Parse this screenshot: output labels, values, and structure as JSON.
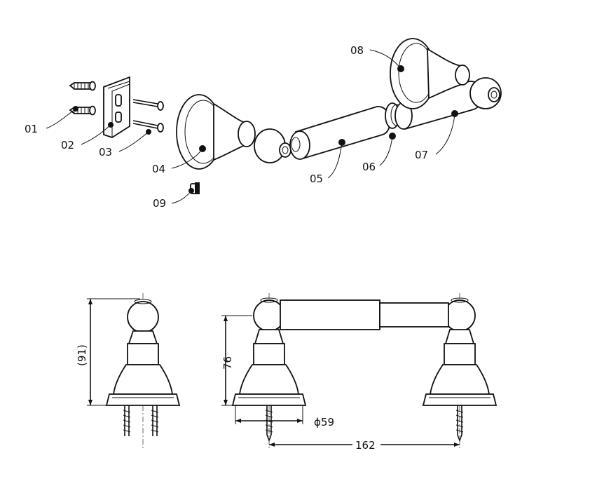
{
  "part_labels": [
    "01",
    "02",
    "03",
    "04",
    "05",
    "06",
    "07",
    "08",
    "09"
  ],
  "dimensions": {
    "overall_height": "(91)",
    "post_height": "76",
    "base_diameter": "ϕ59",
    "post_spacing": "162"
  }
}
